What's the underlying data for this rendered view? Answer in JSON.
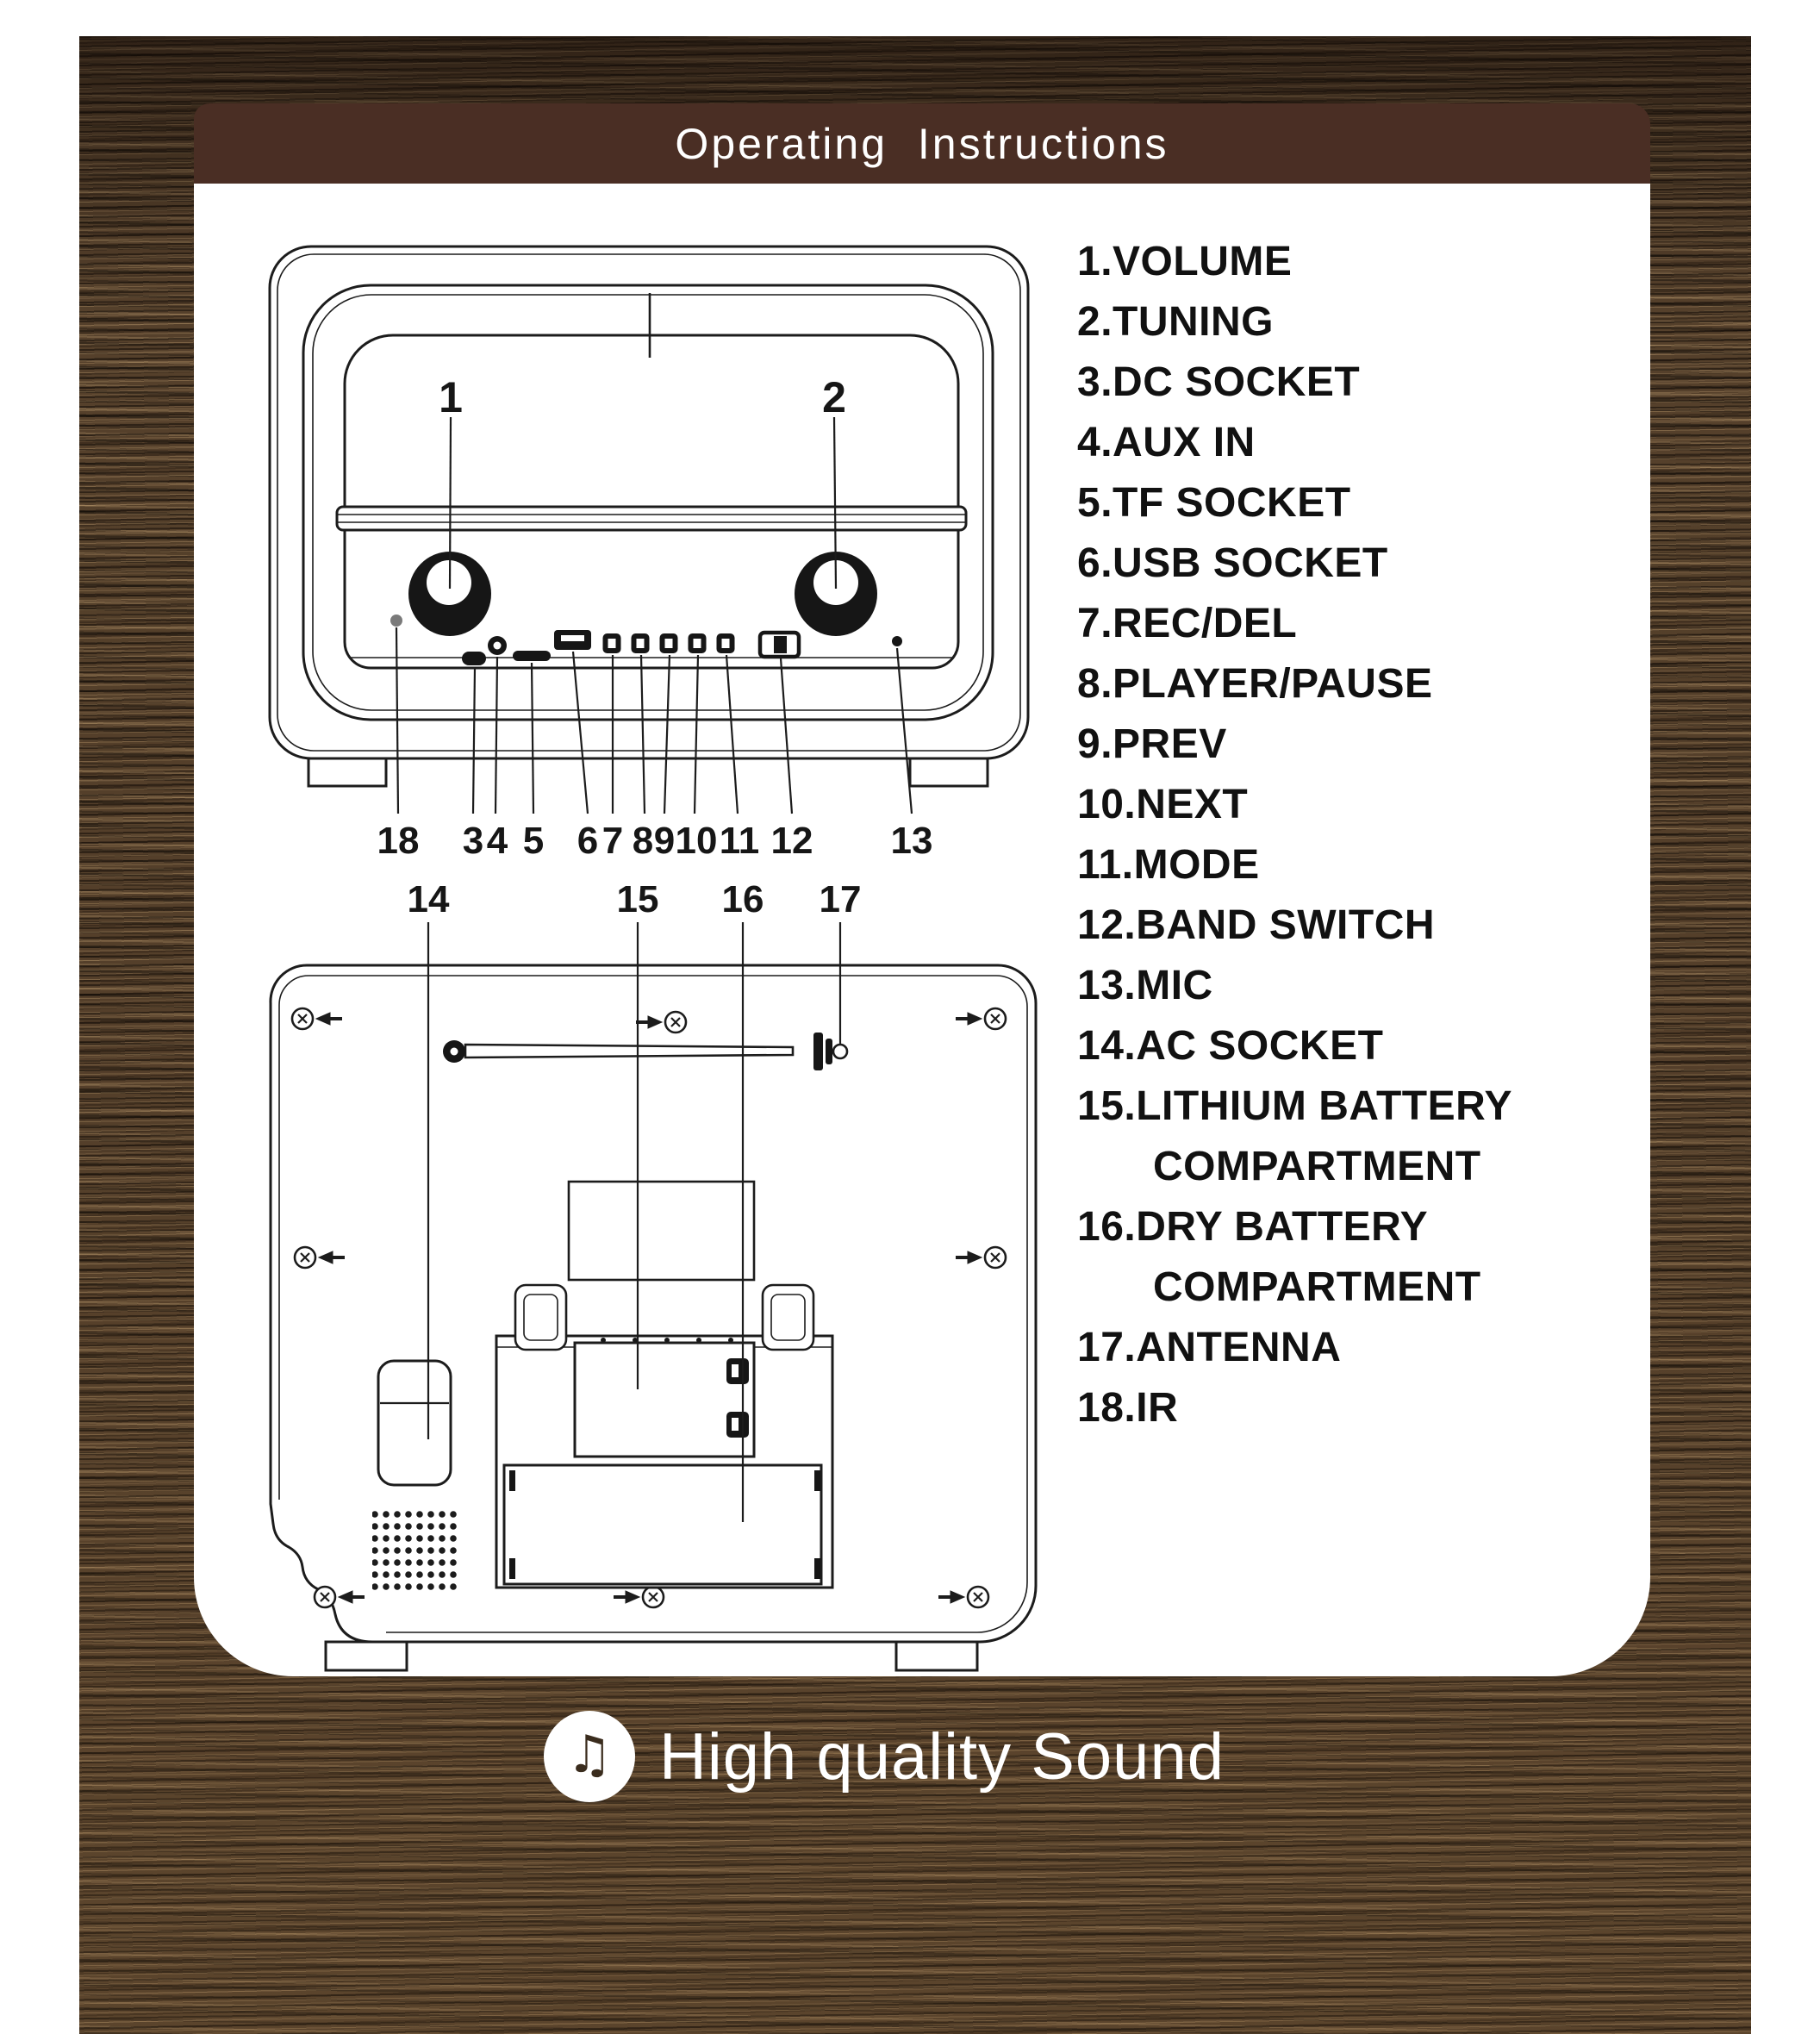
{
  "header": {
    "title": "Operating Instructions"
  },
  "parts_list": {
    "lines": [
      {
        "text": "1.VOLUME"
      },
      {
        "text": "2.TUNING"
      },
      {
        "text": "3.DC SOCKET"
      },
      {
        "text": "4.AUX IN"
      },
      {
        "text": "5.TF SOCKET"
      },
      {
        "text": "6.USB SOCKET"
      },
      {
        "text": "7.REC/DEL"
      },
      {
        "text": "8.PLAYER/PAUSE"
      },
      {
        "text": "9.PREV"
      },
      {
        "text": "10.NEXT"
      },
      {
        "text": "11.MODE"
      },
      {
        "text": "12.BAND SWITCH"
      },
      {
        "text": "13.MIC"
      },
      {
        "text": "14.AC SOCKET"
      },
      {
        "text": "15.LITHIUM BATTERY"
      },
      {
        "text": "COMPARTMENT",
        "indent": true
      },
      {
        "text": "16.DRY BATTERY"
      },
      {
        "text": "COMPARTMENT",
        "indent": true
      },
      {
        "text": "17.ANTENNA"
      },
      {
        "text": "18.IR"
      }
    ]
  },
  "front_view": {
    "callouts": [
      "1",
      "2"
    ],
    "bottom_numbers": [
      "18",
      "3",
      "4",
      "5",
      "6",
      "7",
      "8",
      "9",
      "10",
      "11",
      "12",
      "13"
    ]
  },
  "back_view": {
    "top_numbers": [
      "14",
      "15",
      "16",
      "17"
    ]
  },
  "footer": {
    "tagline": "High quality Sound",
    "note_icon": "♫"
  },
  "colors": {
    "header_bar": "#4a2e24",
    "wood_base": "#55402b",
    "panel": "#ffffff",
    "ink": "#1c1c1c"
  }
}
